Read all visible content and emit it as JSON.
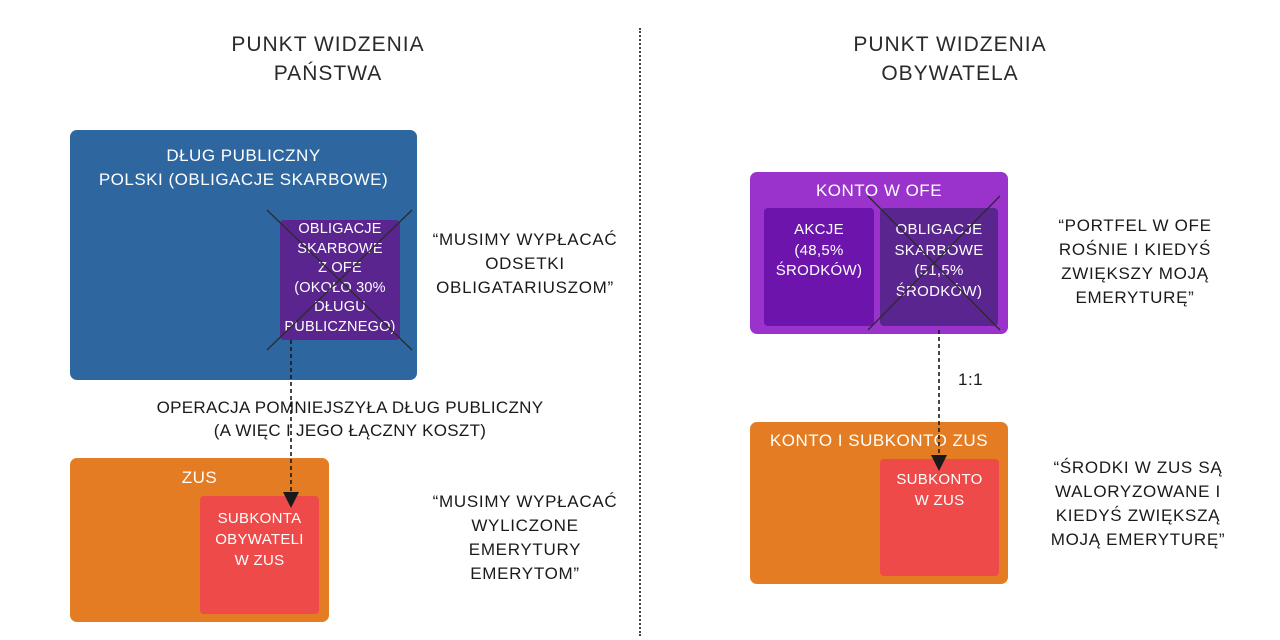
{
  "left": {
    "heading": [
      "PUNKT WIDZENIA",
      "PAŃSTWA"
    ],
    "debt_box": {
      "title": [
        "DŁUG PUBLICZNY",
        "POLSKI (OBLIGACJE SKARBOWE)"
      ],
      "color": "#2e66a0"
    },
    "ofe_bonds_box": {
      "lines": [
        "OBLIGACJE",
        "SKARBOWE",
        "Z OFE",
        "(OKOŁO 30%",
        "DŁUGU",
        "PUBLICZNEGO)"
      ],
      "color": "#5b2590"
    },
    "quote_top": [
      "“MUSIMY WYPŁACAĆ",
      "ODSETKI",
      "OBLIGATARIUSZOM”"
    ],
    "operation_note": [
      "OPERACJA POMNIEJSZYŁA DŁUG PUBLICZNY",
      "(A WIĘC I JEGO ŁĄCZNY KOSZT)"
    ],
    "zus_box": {
      "title": "ZUS",
      "color": "#e37c22"
    },
    "subaccounts_box": {
      "lines": [
        "SUBKONTA",
        "OBYWATELI",
        "W ZUS"
      ],
      "color": "#ee4a4a"
    },
    "quote_bottom": [
      "“MUSIMY WYPŁACAĆ",
      "WYLICZONE",
      "EMERYTURY",
      "EMERYTOM”"
    ]
  },
  "right": {
    "heading": [
      "PUNKT WIDZENIA",
      "OBYWATELA"
    ],
    "ofe_account_box": {
      "title": "KONTO W OFE",
      "color": "#9a33cc"
    },
    "stocks_box": {
      "lines": [
        "AKCJE",
        "(48,5%",
        "ŚRODKÓW)"
      ],
      "color": "#6d14ad"
    },
    "bonds_box": {
      "lines": [
        "OBLIGACJE",
        "SKARBOWE",
        "(51,5%",
        "ŚRODKÓW)"
      ],
      "color": "#5b2590"
    },
    "ratio_label": "1:1",
    "quote_top": [
      "“PORTFEL W OFE",
      "ROŚNIE I KIEDYŚ",
      "ZWIĘKSZY MOJĄ",
      "EMERYTURĘ”"
    ],
    "zus_account_box": {
      "title": "KONTO I SUBKONTO ZUS",
      "color": "#e37c22"
    },
    "subaccount_box": {
      "lines": [
        "SUBKONTO",
        "W ZUS"
      ],
      "color": "#ee4a4a"
    },
    "quote_bottom": [
      "“ŚRODKI W ZUS SĄ",
      "WALORYZOWANE I",
      "KIEDYŚ ZWIĘKSZĄ",
      "MOJĄ EMERYTURĘ”"
    ]
  }
}
